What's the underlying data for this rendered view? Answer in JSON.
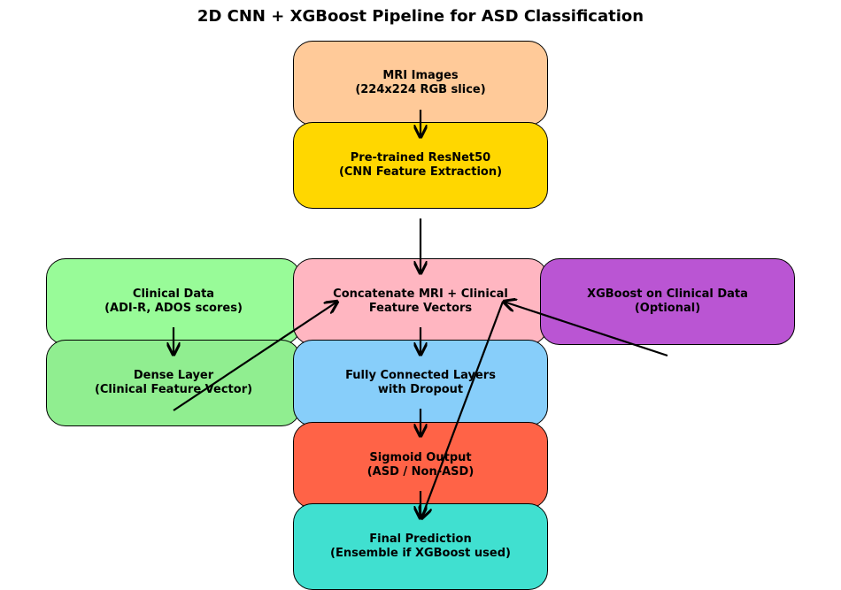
{
  "title": "2D CNN + XGBoost Pipeline for ASD Classification",
  "nodes": {
    "mri_images": {
      "line1": "MRI Images",
      "line2": "(224x224 RGB slice)",
      "color": "#FFCA99"
    },
    "resnet": {
      "line1": "Pre-trained ResNet50",
      "line2": "(CNN Feature Extraction)",
      "color": "#FFD700"
    },
    "clinical_data": {
      "line1": "Clinical Data",
      "line2": "(ADI-R, ADOS scores)",
      "color": "#98FB98"
    },
    "concatenate": {
      "line1": "Concatenate MRI + Clinical",
      "line2": "Feature Vectors",
      "color": "#FFB6C1"
    },
    "xgboost": {
      "line1": "XGBoost on Clinical Data",
      "line2": "(Optional)",
      "color": "#BA55D3"
    },
    "dense_layer": {
      "line1": "Dense Layer",
      "line2": "(Clinical Feature Vector)",
      "color": "#90EE90"
    },
    "fully_connected": {
      "line1": "Fully Connected Layers",
      "line2": "with Dropout",
      "color": "#87CEFA"
    },
    "sigmoid": {
      "line1": "Sigmoid Output",
      "line2": "(ASD / Non-ASD)",
      "color": "#FF6347"
    },
    "final": {
      "line1": "Final Prediction",
      "line2": "(Ensemble if XGBoost used)",
      "color": "#40E0D0"
    }
  },
  "edges": [
    {
      "from": "mri_images",
      "to": "resnet"
    },
    {
      "from": "resnet",
      "to": "concatenate"
    },
    {
      "from": "clinical_data",
      "to": "dense_layer"
    },
    {
      "from": "dense_layer",
      "to": "concatenate"
    },
    {
      "from": "xgboost",
      "to": "concatenate"
    },
    {
      "from": "concatenate",
      "to": "fully_connected"
    },
    {
      "from": "fully_connected",
      "to": "sigmoid"
    },
    {
      "from": "sigmoid",
      "to": "final"
    },
    {
      "from": "concatenate",
      "to": "final"
    }
  ]
}
